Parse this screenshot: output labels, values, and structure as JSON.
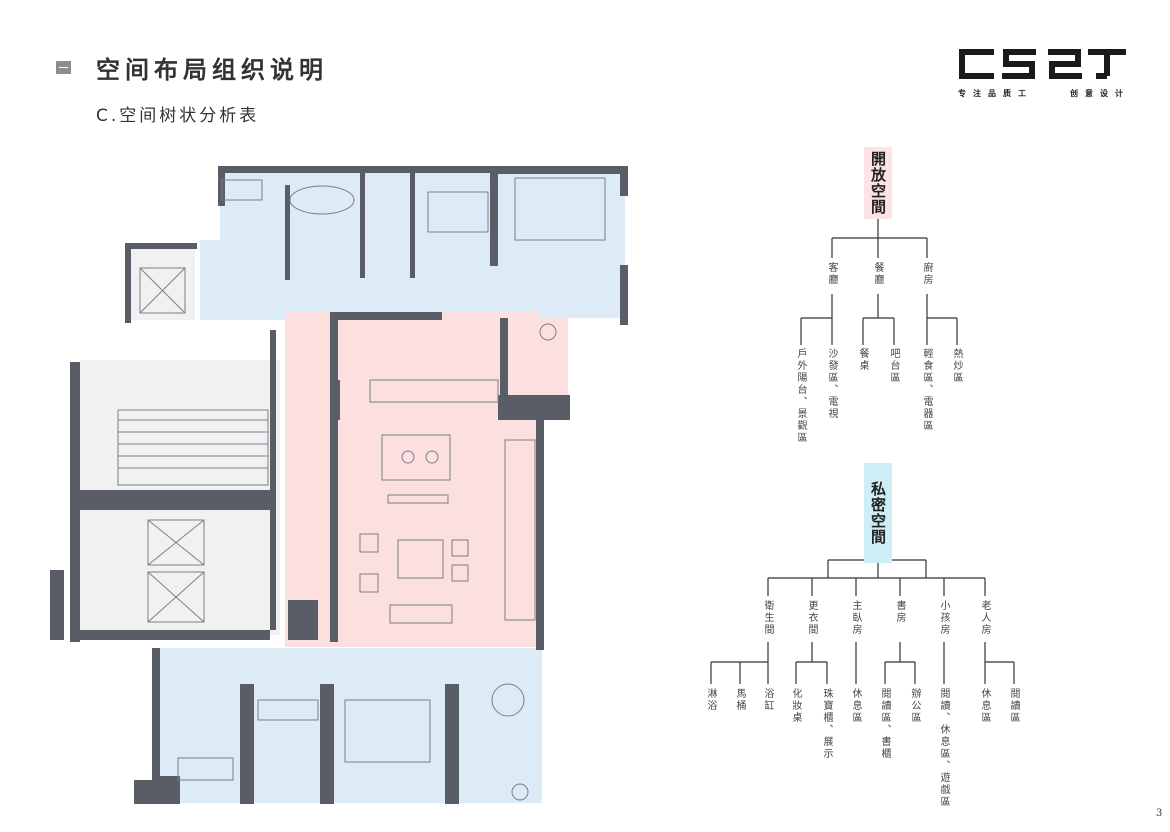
{
  "header": {
    "section_title": "空间布局组织说明",
    "subtitle": "C.空间树状分析表"
  },
  "logo": {
    "mark": "CSZT",
    "tagline_left": "专注品质工",
    "tagline_right": "创意设计"
  },
  "page_number": "3",
  "tree_open": {
    "root": "開放空間",
    "root_color": "#fde3e3",
    "branches": [
      {
        "label": "客廳",
        "children": [
          "戶外陽台、景觀區",
          "沙發區、電視"
        ]
      },
      {
        "label": "餐廳",
        "children": [
          "餐桌",
          "吧台區"
        ]
      },
      {
        "label": "廚房",
        "children": [
          "輕食區、電器區",
          "熱炒區"
        ]
      }
    ]
  },
  "tree_private": {
    "root": "私密空間",
    "root_color": "#cdeef4",
    "branches": [
      {
        "label": "衛生間",
        "children": [
          "淋浴",
          "馬桶",
          "浴缸"
        ]
      },
      {
        "label": "更衣間",
        "children": [
          "化妝桌",
          "珠寶櫃、展示"
        ]
      },
      {
        "label": "主臥房",
        "children": [
          "休息區"
        ]
      },
      {
        "label": "書房",
        "children": [
          "閱讀區、書櫃",
          "辦公區"
        ]
      },
      {
        "label": "小孩房",
        "children": [
          "閱讀、休息區、遊戲區"
        ]
      },
      {
        "label": "老人房",
        "children": [
          "休息區",
          "閱讀區"
        ]
      }
    ]
  },
  "plan": {
    "colors": {
      "public": "#fbe0df",
      "private": "#dcebf6",
      "wall": "#595d66",
      "service": "#f2f2f2"
    }
  }
}
